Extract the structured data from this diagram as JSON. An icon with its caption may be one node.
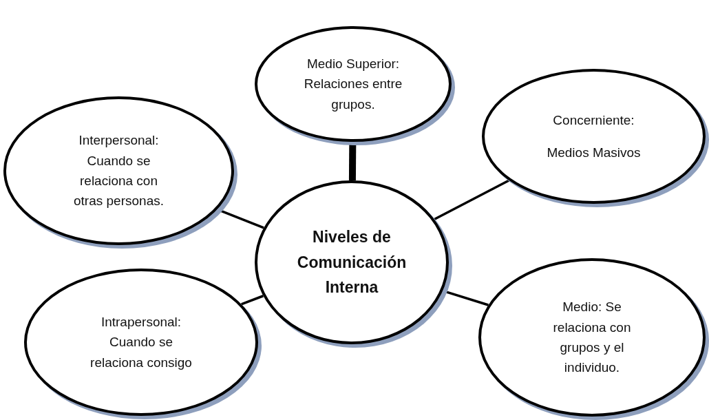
{
  "diagram": {
    "nodes": [
      {
        "text": [
          "Niveles de Comunicación Interna"
        ]
      },
      {
        "text": [
          "Medio Superior: Relaciones entre grupos."
        ]
      },
      {
        "text": [
          "Interpersonal: Cuando se relaciona con otras personas."
        ]
      },
      {
        "text": [
          "Concerniente:",
          "Medios Masivos"
        ]
      },
      {
        "text": [
          "Intrapersonal: Cuando se relaciona consigo"
        ]
      },
      {
        "text": [
          "Medio: Se relaciona con grupos y el individuo."
        ]
      }
    ],
    "edges": [
      {
        "from": 0,
        "to": 1,
        "arrow": "none",
        "style": "thick"
      },
      {
        "from": 0,
        "to": 2,
        "arrow": "none"
      },
      {
        "from": 0,
        "to": 3,
        "arrow": "none"
      },
      {
        "from": 0,
        "to": 4,
        "arrow": "none"
      },
      {
        "from": 0,
        "to": 5,
        "arrow": "none"
      }
    ]
  }
}
